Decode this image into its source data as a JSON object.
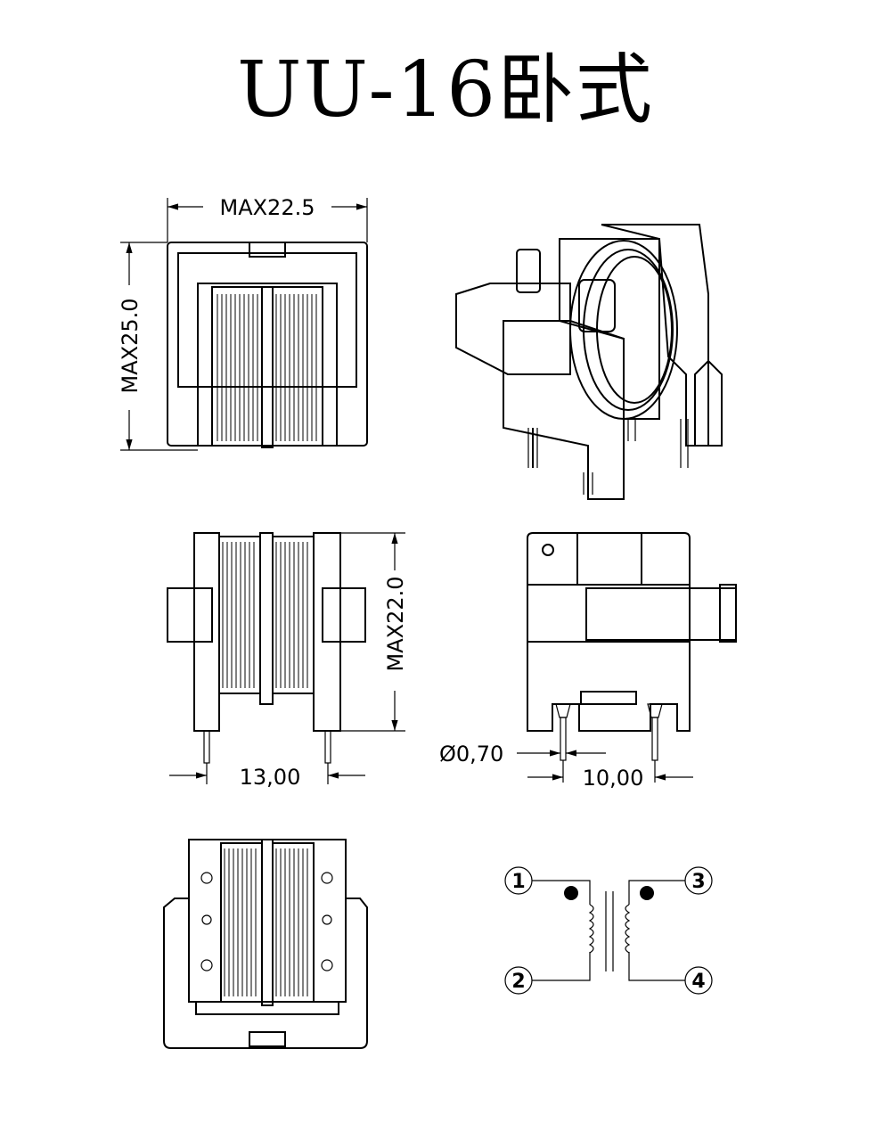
{
  "title": "UU-16卧式",
  "dimensions": {
    "top_width": "MAX22.5",
    "top_height": "MAX25.0",
    "front_height": "MAX22.0",
    "pin_spacing_front": "13,00",
    "pin_diameter": "Ø0,70",
    "pin_spacing_side": "10,00"
  },
  "schematic": {
    "pins": [
      "1",
      "2",
      "3",
      "4"
    ]
  }
}
